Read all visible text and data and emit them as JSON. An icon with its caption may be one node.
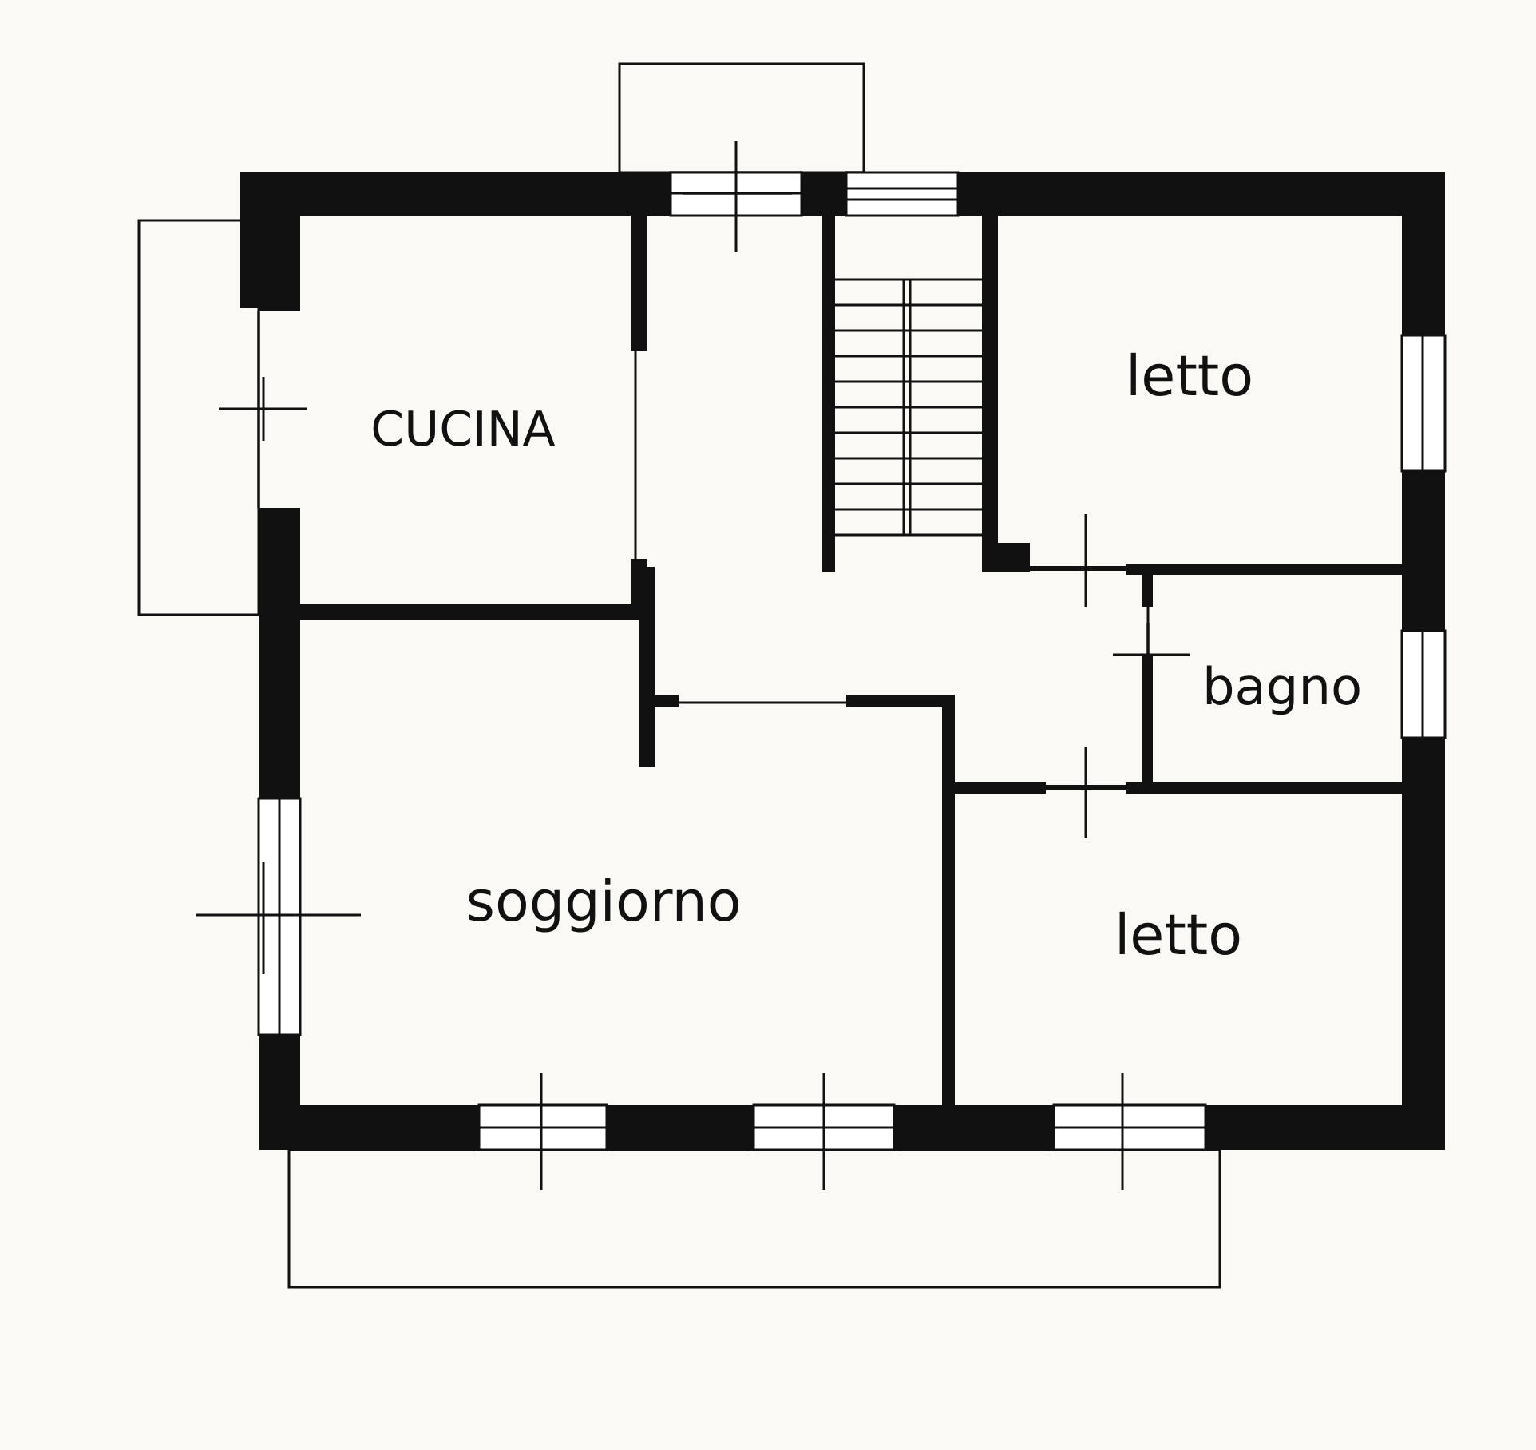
{
  "diagram": {
    "labels": [
      "CUCINA",
      "letto",
      "bagno",
      "soggiorno",
      "letto"
    ]
  }
}
